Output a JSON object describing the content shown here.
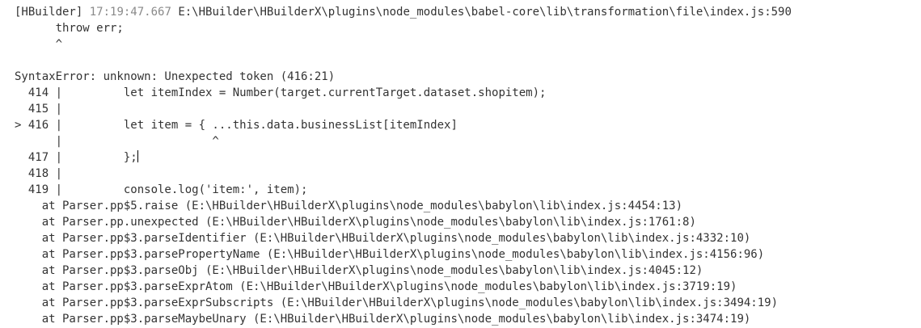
{
  "header": {
    "prefix": "[HBuilder]",
    "timestamp": "17:19:47.667",
    "path": "E:\\HBuilder\\HBuilderX\\plugins\\node_modules\\babel-core\\lib\\transformation\\file\\index.js:590"
  },
  "pre_error": {
    "line1": "      throw err;",
    "line2": "      ^"
  },
  "error": {
    "message": "SyntaxError: unknown: Unexpected token (416:21)"
  },
  "code_frame": [
    {
      "text": "  414 |         let itemIndex = Number(target.currentTarget.dataset.shopitem);"
    },
    {
      "text": "  415 |"
    },
    {
      "text": "> 416 |         let item = { ...this.data.businessList[itemIndex]"
    },
    {
      "text": "      |                      ^"
    },
    {
      "text": "  417 |         };",
      "cursor": true
    },
    {
      "text": "  418 |"
    },
    {
      "text": "  419 |         console.log('item:', item);"
    }
  ],
  "stack": [
    "    at Parser.pp$5.raise (E:\\HBuilder\\HBuilderX\\plugins\\node_modules\\babylon\\lib\\index.js:4454:13)",
    "    at Parser.pp.unexpected (E:\\HBuilder\\HBuilderX\\plugins\\node_modules\\babylon\\lib\\index.js:1761:8)",
    "    at Parser.pp$3.parseIdentifier (E:\\HBuilder\\HBuilderX\\plugins\\node_modules\\babylon\\lib\\index.js:4332:10)",
    "    at Parser.pp$3.parsePropertyName (E:\\HBuilder\\HBuilderX\\plugins\\node_modules\\babylon\\lib\\index.js:4156:96)",
    "    at Parser.pp$3.parseObj (E:\\HBuilder\\HBuilderX\\plugins\\node_modules\\babylon\\lib\\index.js:4045:12)",
    "    at Parser.pp$3.parseExprAtom (E:\\HBuilder\\HBuilderX\\plugins\\node_modules\\babylon\\lib\\index.js:3719:19)",
    "    at Parser.pp$3.parseExprSubscripts (E:\\HBuilder\\HBuilderX\\plugins\\node_modules\\babylon\\lib\\index.js:3494:19)",
    "    at Parser.pp$3.parseMaybeUnary (E:\\HBuilder\\HBuilderX\\plugins\\node_modules\\babylon\\lib\\index.js:3474:19)"
  ],
  "colors": {
    "text": "#333333",
    "timestamp": "#8a8a8a",
    "background": "#ffffff"
  }
}
